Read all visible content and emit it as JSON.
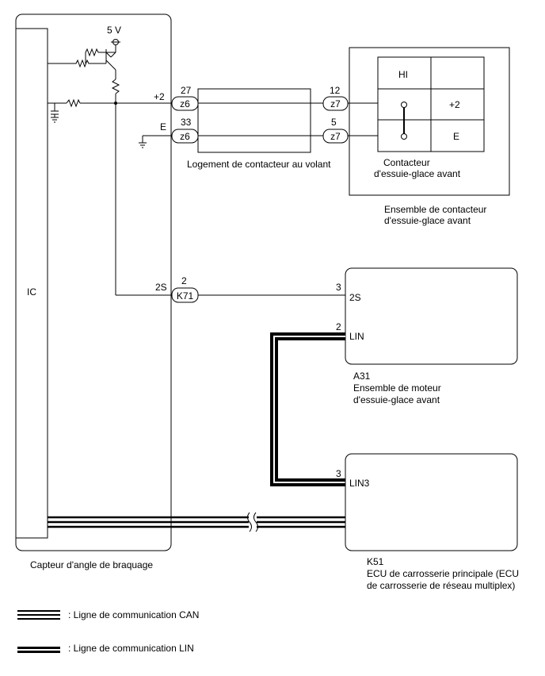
{
  "voltage_label": "5 V",
  "ic_label": "IC",
  "sensor": {
    "name": "Capteur d'angle de braquage",
    "pins": {
      "plus2": "+2",
      "e": "E",
      "s2": "2S"
    }
  },
  "connectors": {
    "z6": "z6",
    "z7": "z7",
    "k71": "K71",
    "pin_27": "27",
    "pin_33": "33",
    "pin_12": "12",
    "pin_5": "5",
    "pin_2": "2"
  },
  "housing_label": "Logement de contacteur au volant",
  "wiper_switch": {
    "cells": {
      "hi": "HI",
      "plus2": "+2",
      "e": "E"
    },
    "switch_label_line1": "Contacteur",
    "switch_label_line2": "d'essuie-glace avant",
    "assembly_label_line1": "Ensemble de contacteur",
    "assembly_label_line2": "d'essuie-glace avant"
  },
  "motor": {
    "pin_2s_number": "3",
    "pin_2s": "2S",
    "pin_lin_number": "2",
    "pin_lin": "LIN",
    "code": "A31",
    "name_line1": "Ensemble de moteur",
    "name_line2": "d'essuie-glace avant"
  },
  "ecu": {
    "pin_lin3_number": "3",
    "pin_lin3": "LIN3",
    "code": "K51",
    "name_line1": "ECU de carrosserie principale (ECU",
    "name_line2": "de carrosserie de réseau multiplex)"
  },
  "legend": {
    "can": ": Ligne de communication CAN",
    "lin": ": Ligne de communication LIN"
  }
}
